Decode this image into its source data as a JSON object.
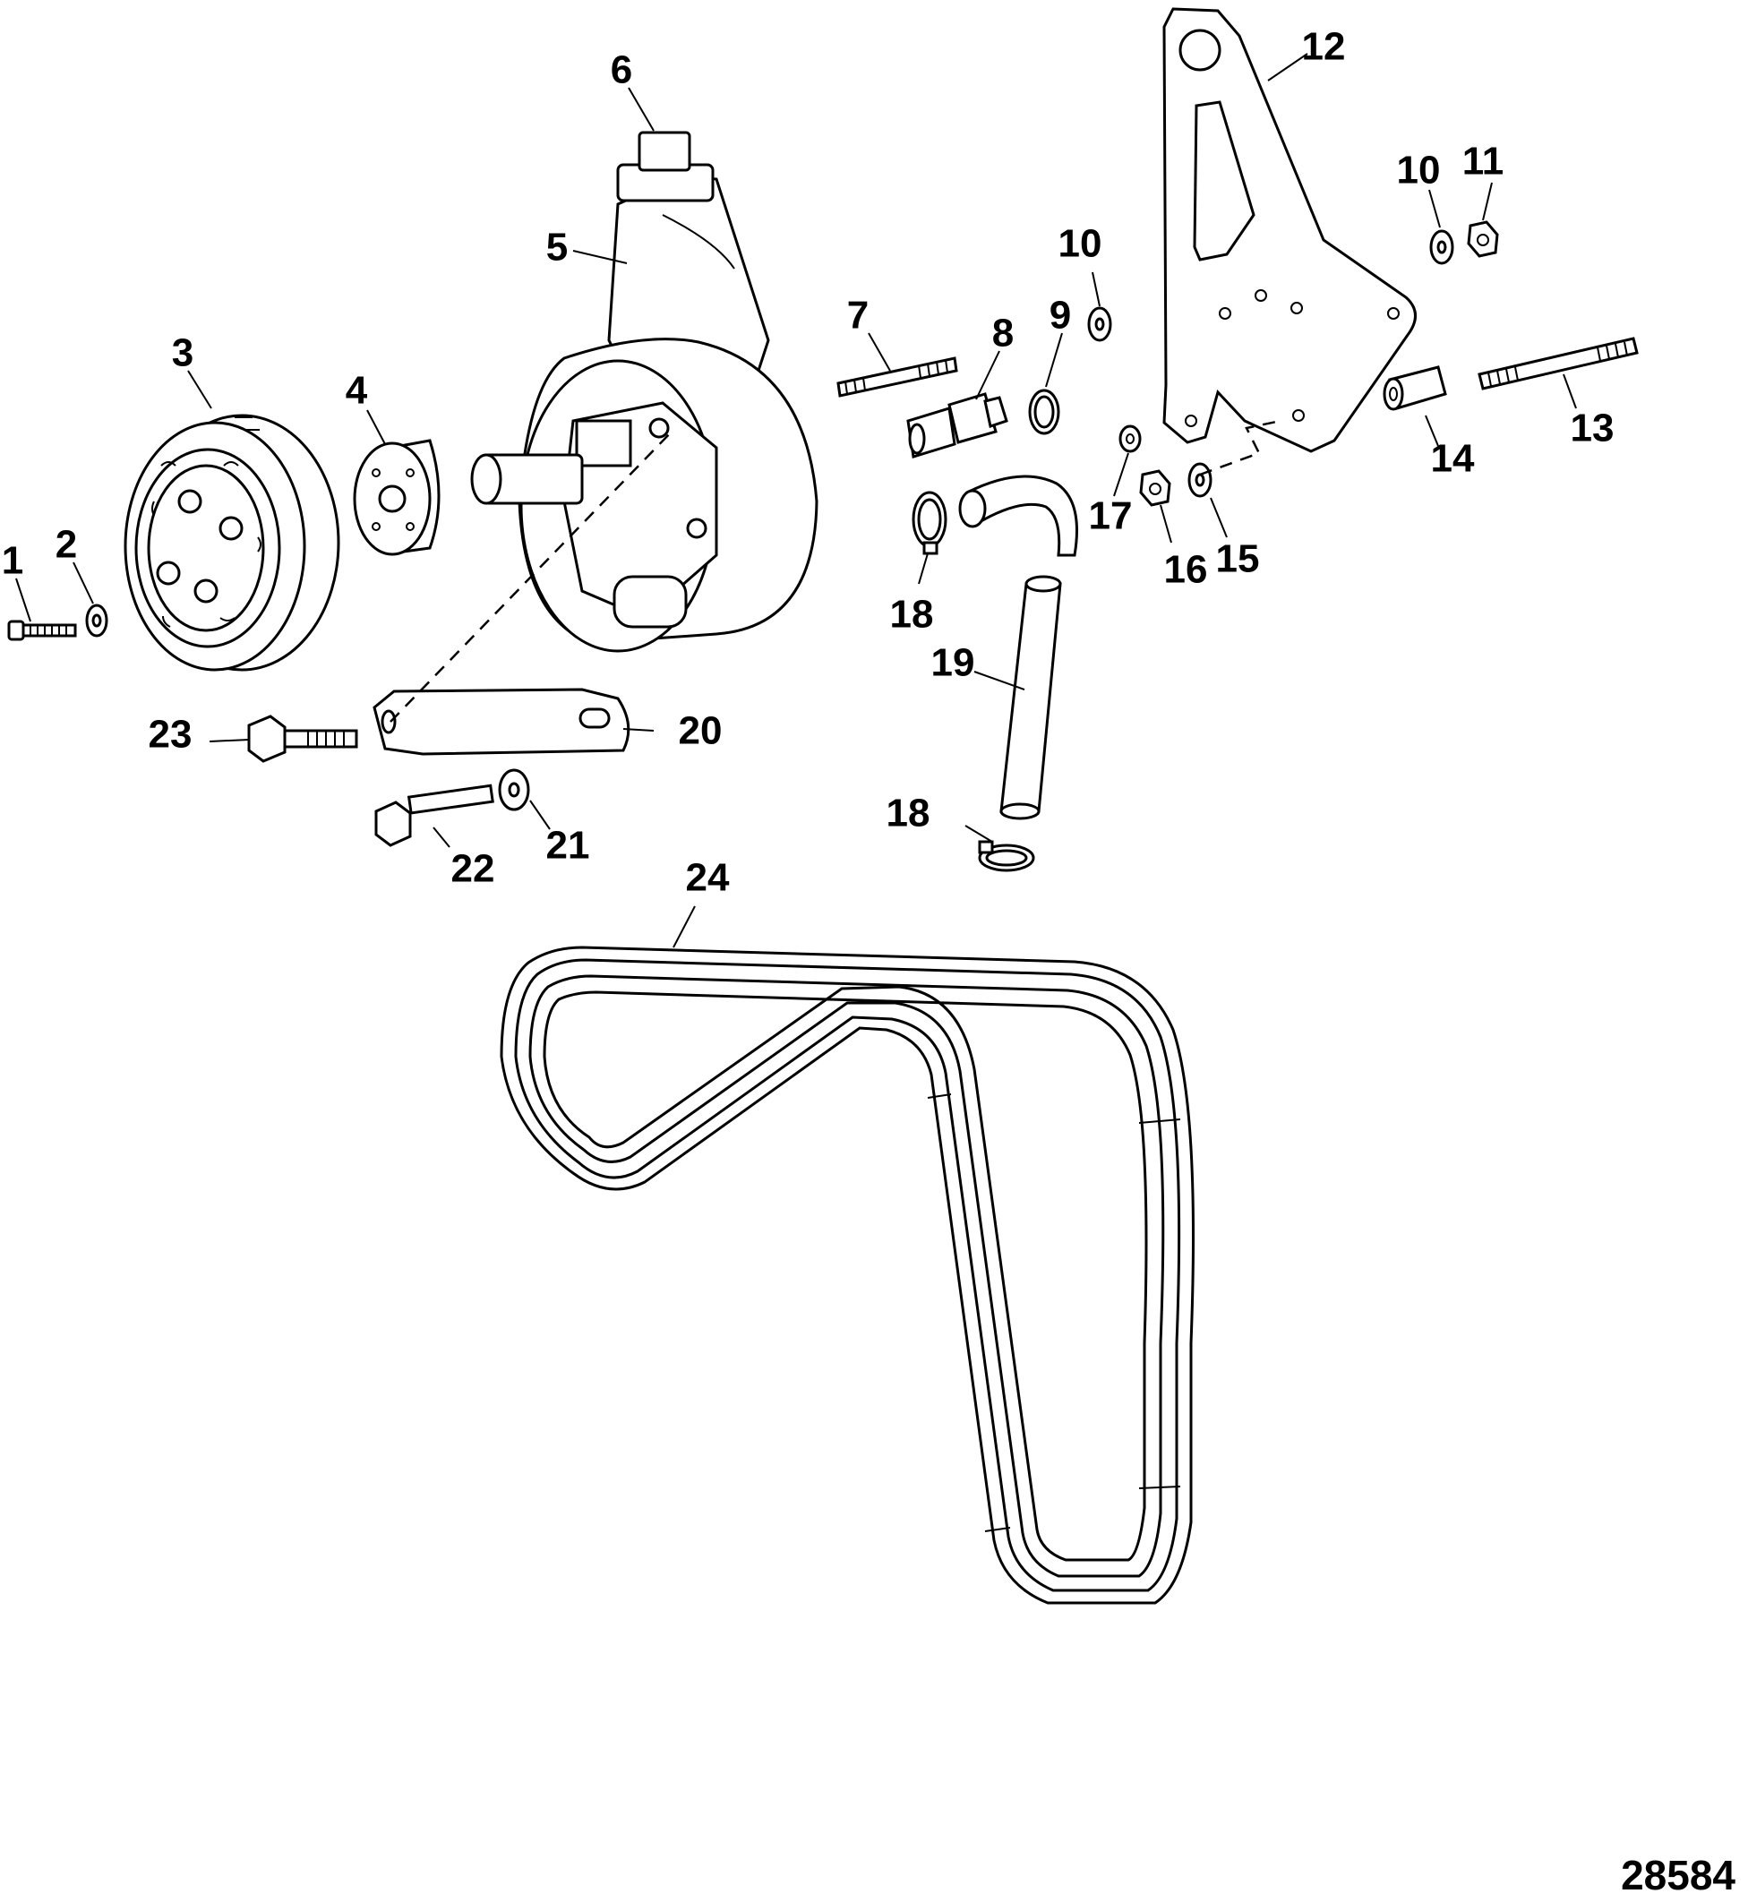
{
  "figure_number": "28584",
  "callouts": {
    "c1": "1",
    "c2": "2",
    "c3": "3",
    "c4": "4",
    "c5": "5",
    "c6": "6",
    "c7": "7",
    "c8": "8",
    "c9": "9",
    "c10a": "10",
    "c10b": "10",
    "c11": "11",
    "c12": "12",
    "c13": "13",
    "c14": "14",
    "c15": "15",
    "c16": "16",
    "c17": "17",
    "c18a": "18",
    "c18b": "18",
    "c19": "19",
    "c20": "20",
    "c21": "21",
    "c22": "22",
    "c23": "23",
    "c24": "24"
  }
}
